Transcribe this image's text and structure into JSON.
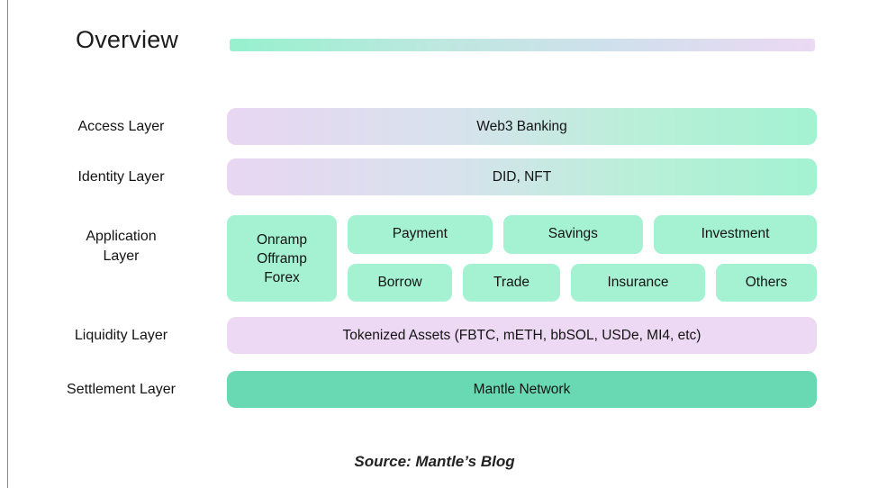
{
  "header": {
    "title": "Overview"
  },
  "footer": {
    "source": "Source: Mantle’s Blog"
  },
  "colors": {
    "mint": "#a5f2d3",
    "lavender": "#edd9f3",
    "teal": "#68d9b3",
    "gradient_left": "#96f1ce",
    "gradient_right": "#ecd9f3"
  },
  "layers": {
    "access": {
      "label": "Access Layer",
      "content": "Web3 Banking"
    },
    "identity": {
      "label": "Identity Layer",
      "content": "DID, NFT"
    },
    "application": {
      "label": [
        "Application",
        "Layer"
      ],
      "tall_cell": [
        "Onramp",
        "Offramp",
        "Forex"
      ],
      "top_row": [
        "Payment",
        "Savings",
        "Investment"
      ],
      "bottom_row": [
        "Borrow",
        "Trade",
        "Insurance",
        "Others"
      ]
    },
    "liquidity": {
      "label": "Liquidity Layer",
      "content": "Tokenized Assets (FBTC, mETH, bbSOL, USDe, MI4, etc)"
    },
    "settlement": {
      "label": "Settlement Layer",
      "content": "Mantle Network"
    }
  }
}
